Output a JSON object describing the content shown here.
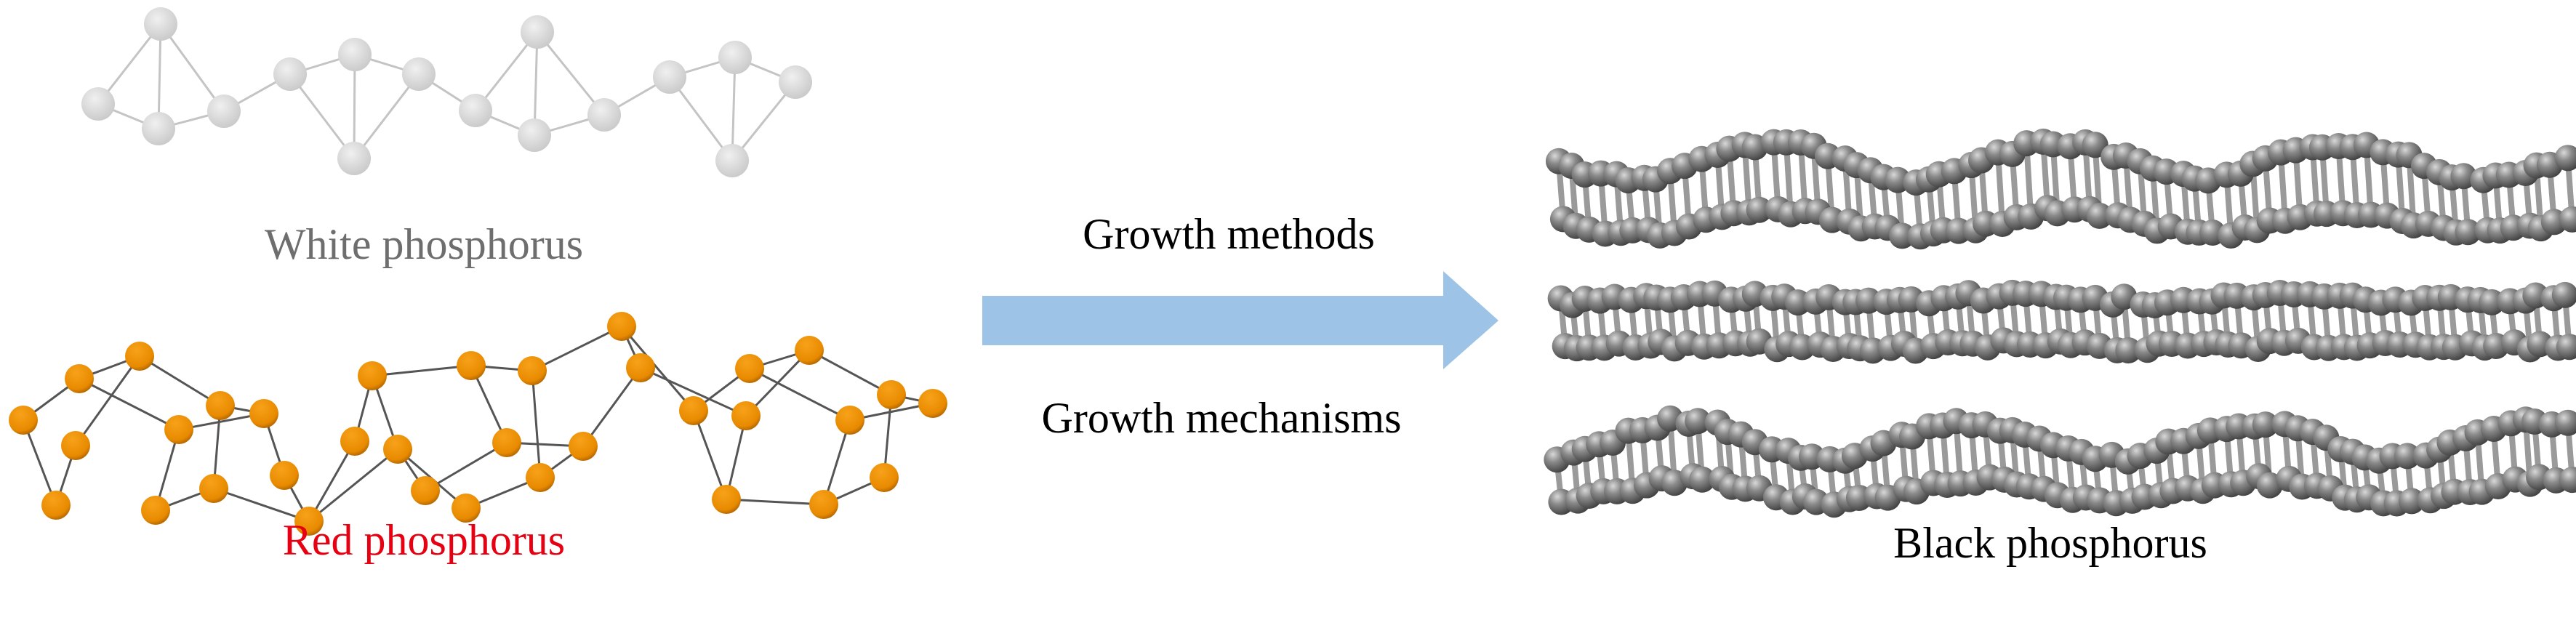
{
  "labels": {
    "white": "White phosphorus",
    "red": "Red phosphorus",
    "black": "Black phosphorus",
    "arrow_top": "Growth methods",
    "arrow_bottom": "Growth mechanisms"
  },
  "colors": {
    "white_text": "#6e6e6e",
    "red_text": "#e60012",
    "black_text": "#000000",
    "arrow": "#9dc3e6",
    "white_atom": "#d9d9d9",
    "red_atom": "#f08c00",
    "black_atom": "#7a7a7a"
  }
}
